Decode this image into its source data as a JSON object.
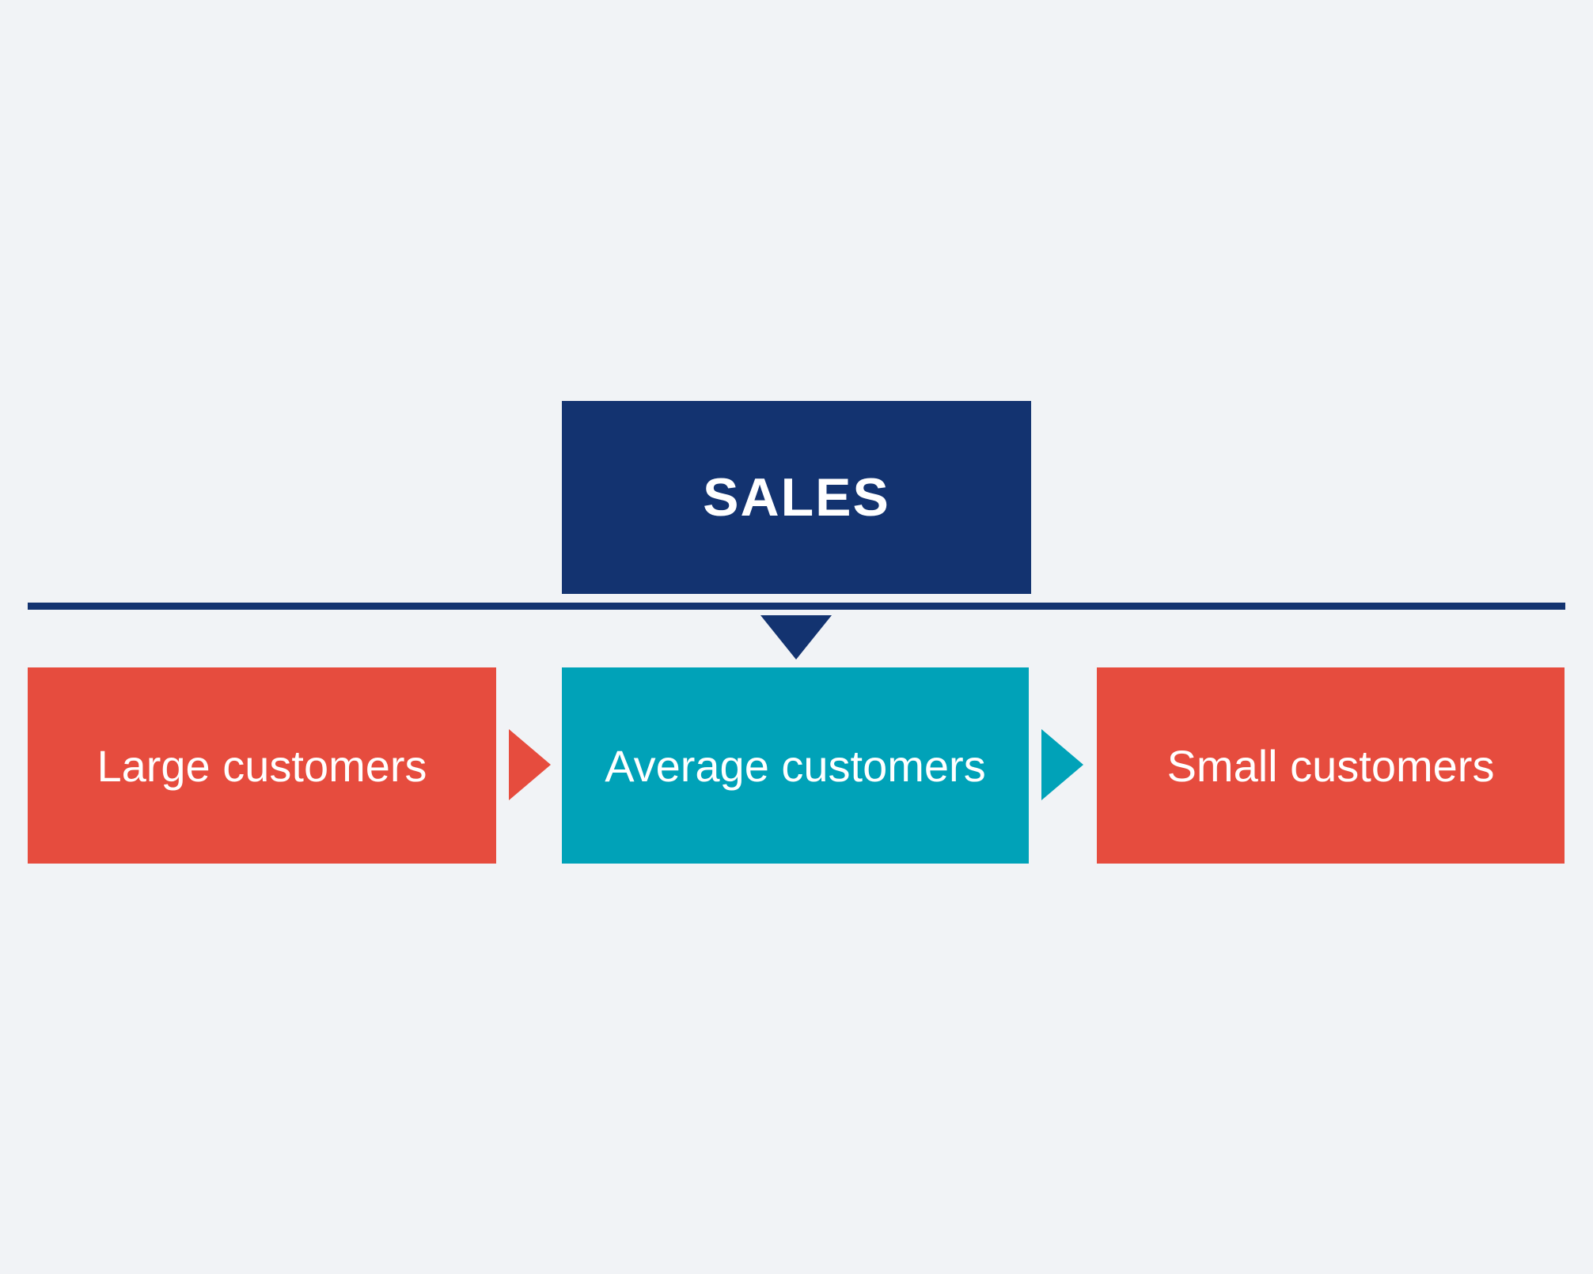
{
  "diagram": {
    "background_color": "#F1F3F6",
    "text_color": "#FFFFFF",
    "colors": {
      "navy": "#133370",
      "red": "#E64C3E",
      "teal": "#00A2B8"
    },
    "root": {
      "label": "SALES",
      "color": "#133370"
    },
    "divider": {
      "color": "#133370"
    },
    "children": [
      {
        "label": "Large customers",
        "color": "#E64C3E"
      },
      {
        "label": "Average customers",
        "color": "#00A2B8"
      },
      {
        "label": "Small customers",
        "color": "#E64C3E"
      }
    ],
    "connectors": [
      {
        "name": "down-arrow",
        "color": "#133370"
      },
      {
        "name": "arrow-large-to-average",
        "color": "#E64C3E"
      },
      {
        "name": "arrow-average-to-small",
        "color": "#00A2B8"
      }
    ]
  }
}
